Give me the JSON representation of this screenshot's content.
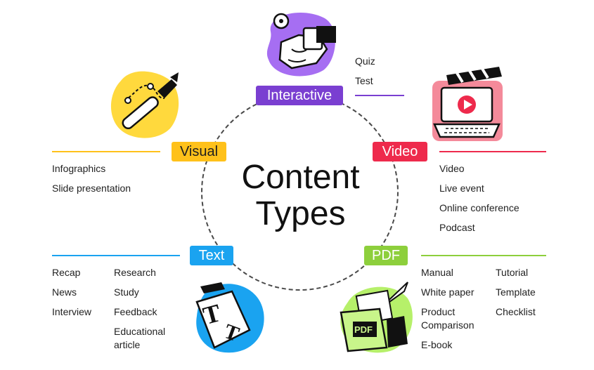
{
  "title": {
    "line1": "Content",
    "line2": "Types"
  },
  "colors": {
    "interactive": "#7a3fd1",
    "video": "#ee2a4c",
    "visual": "#ffc11a",
    "text": "#1aa3f0",
    "pdf": "#8dcf3c"
  },
  "categories": {
    "interactive": {
      "label": "Interactive",
      "items": [
        "Quiz",
        "Test"
      ]
    },
    "video": {
      "label": "Video",
      "items": [
        "Video",
        "Live event",
        "Online conference",
        "Podcast"
      ]
    },
    "visual": {
      "label": "Visual",
      "items": [
        "Infographics",
        "Slide presentation"
      ]
    },
    "text": {
      "label": "Text",
      "col1": [
        "Recap",
        "News",
        "Interview"
      ],
      "col2": [
        "Research",
        "Study",
        "Feedback",
        "Educational",
        "article"
      ]
    },
    "pdf": {
      "label": "PDF",
      "col1": [
        "Manual",
        "White paper",
        "Product",
        "Comparison",
        "E-book"
      ],
      "col2": [
        "Tutorial",
        "Template",
        "Checklist"
      ]
    }
  },
  "illustrations": {
    "pdf_icon_text": "PDF",
    "text_icon_letters": [
      "T",
      "T"
    ]
  }
}
